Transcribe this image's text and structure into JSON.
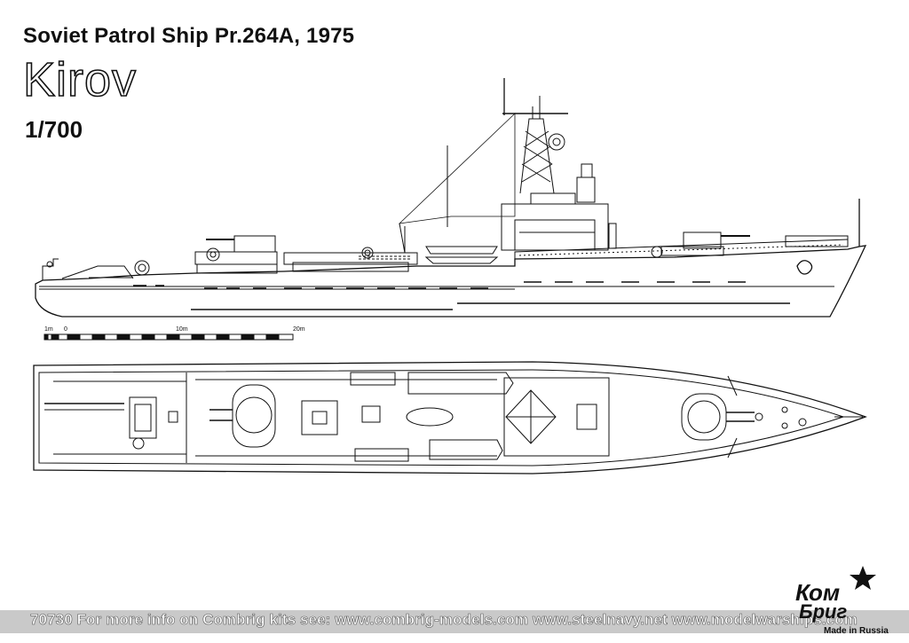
{
  "sheet": {
    "title": "Soviet Patrol Ship Pr.264A, 1975",
    "ship_name": "Kirov",
    "scale_ratio": "1/700"
  },
  "scale_bar": {
    "labels": [
      "1m",
      "0",
      "10m",
      "20m"
    ]
  },
  "footer": {
    "text": "70730  For more info on Combrig kits see: www.combrig-models.com www.steelnavy.net  www.modelwarships.com"
  },
  "logo": {
    "line1": "Ком",
    "line2": "Бриг",
    "made_in": "Made in Russia"
  },
  "colors": {
    "ink": "#111111",
    "footer_bg": "#c9c9c9"
  }
}
